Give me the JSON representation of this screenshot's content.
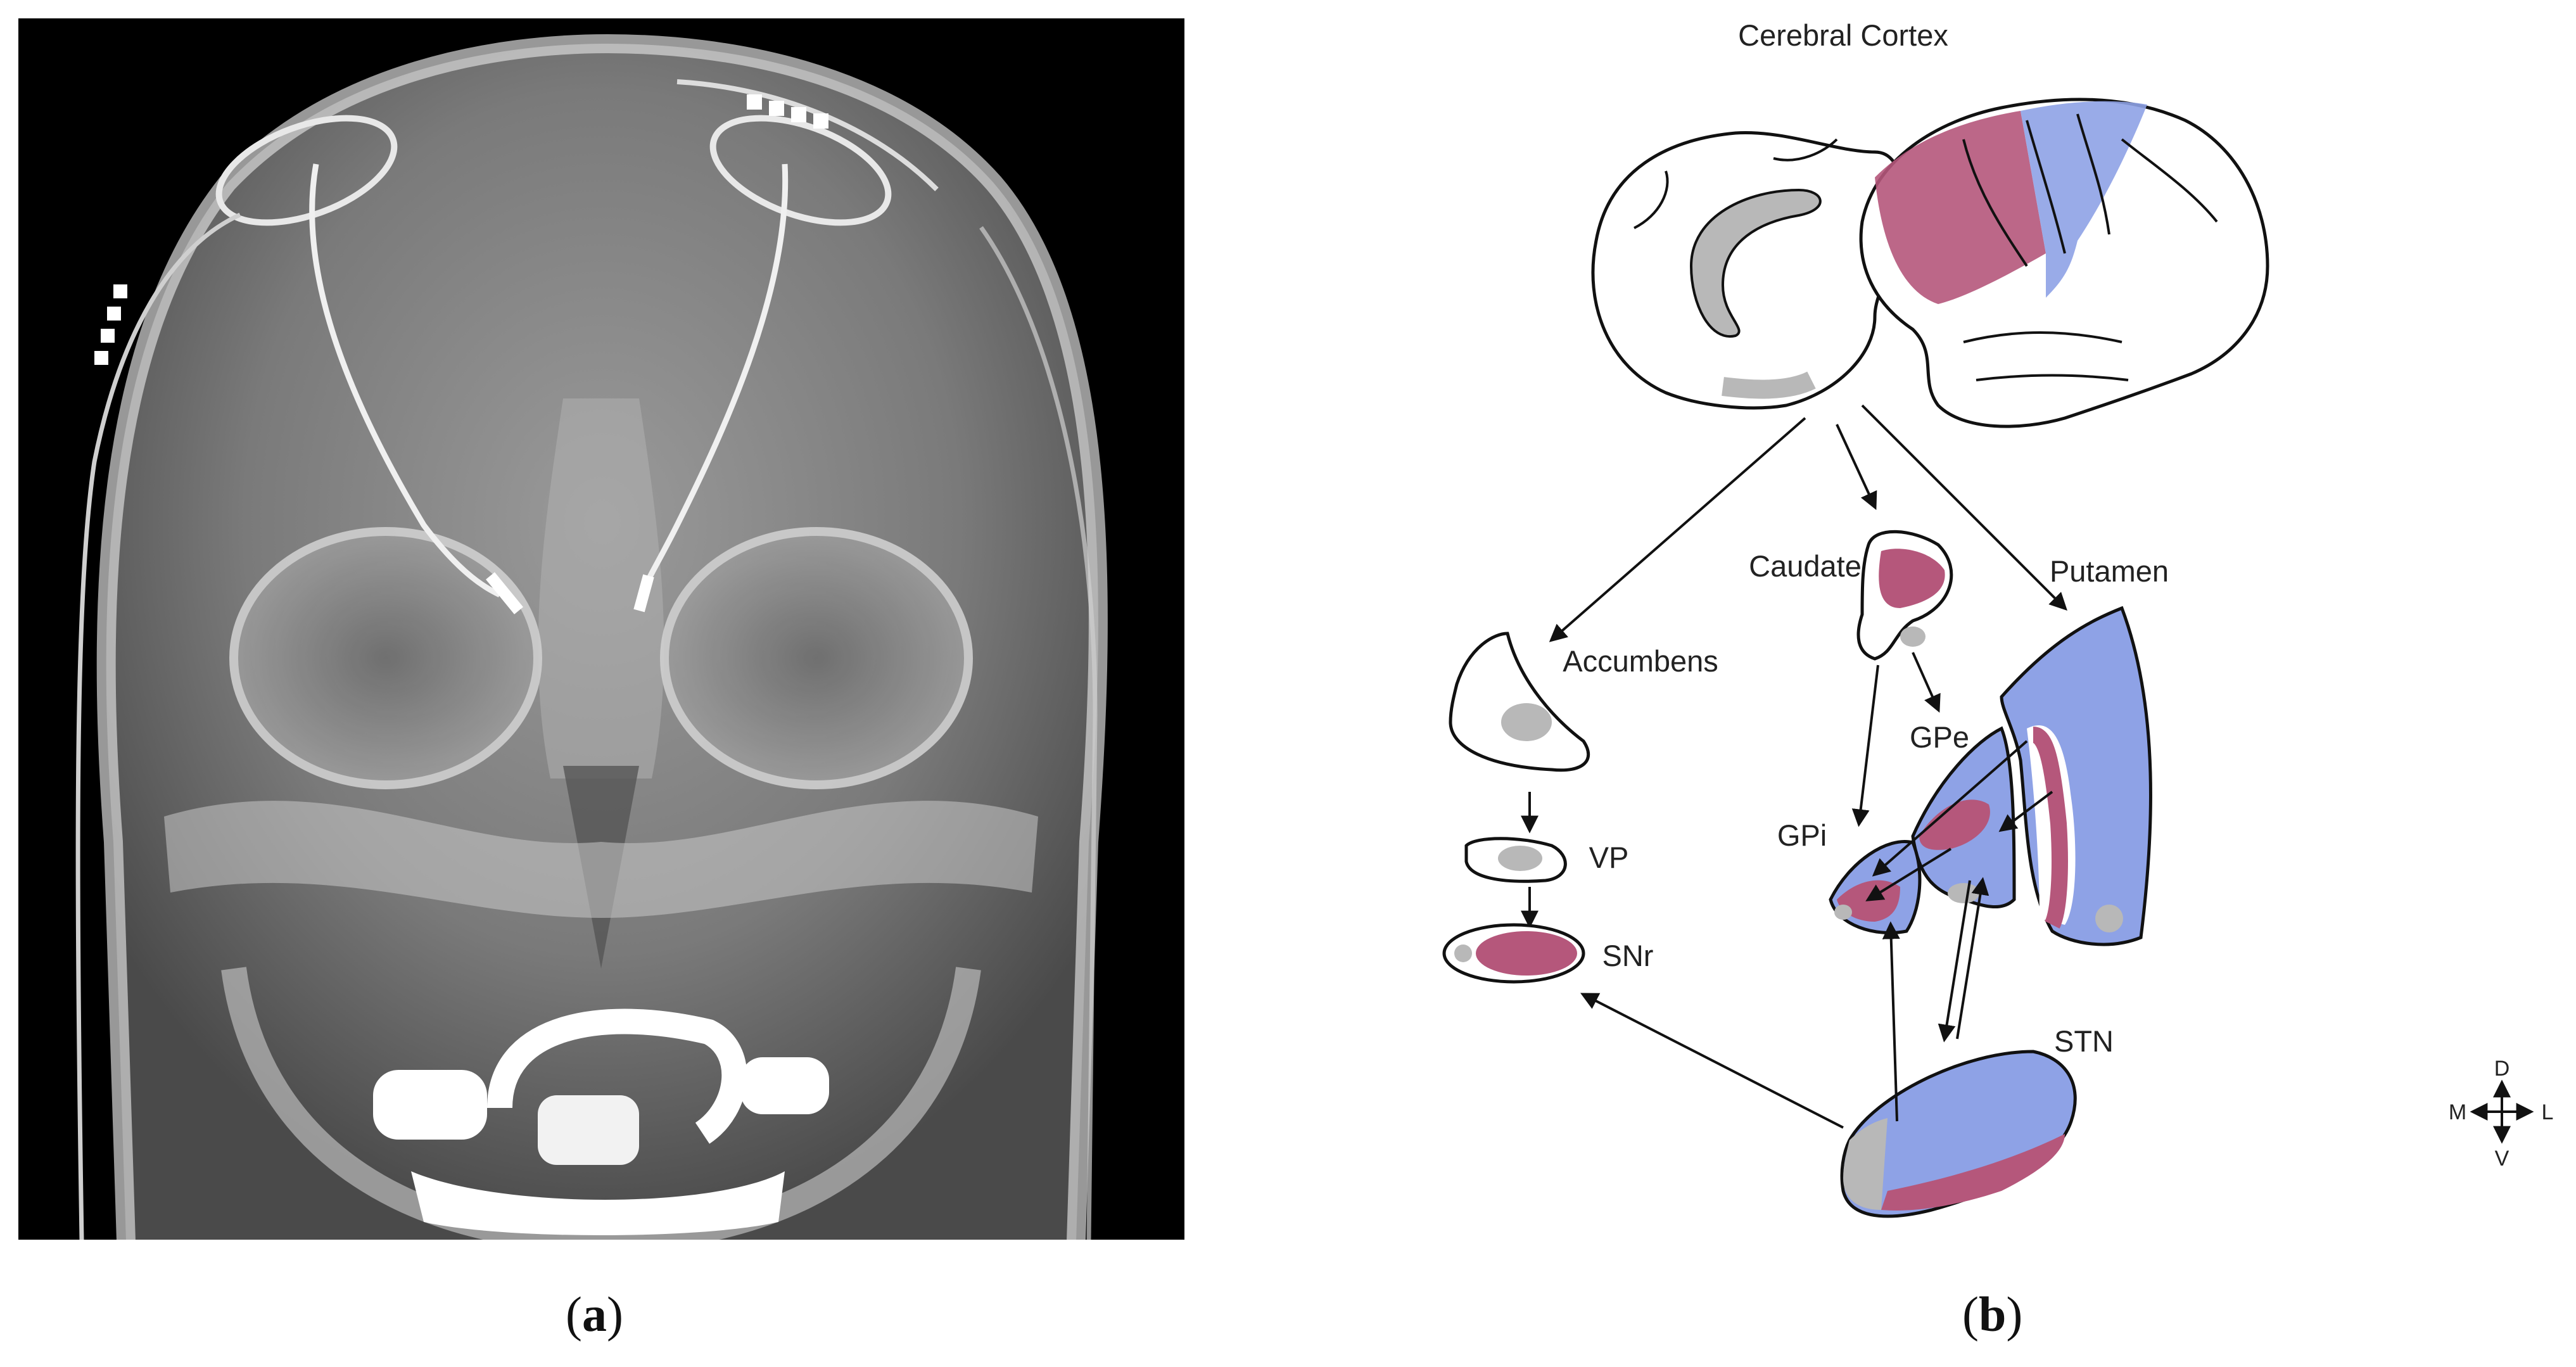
{
  "panel_a": {
    "caption_prefix": "(",
    "caption_letter": "a",
    "caption_suffix": ")"
  },
  "panel_b": {
    "caption_prefix": "(",
    "caption_letter": "b",
    "caption_suffix": ")",
    "labels": {
      "cerebral_cortex": "Cerebral Cortex",
      "caudate": "Caudate",
      "putamen": "Putamen",
      "accumbens": "Accumbens",
      "gpe": "GPe",
      "gpi": "GPi",
      "vp": "VP",
      "snr": "SNr",
      "stn": "STN"
    },
    "compass": {
      "dorsal": "D",
      "ventral": "V",
      "medial": "M",
      "lateral": "L"
    },
    "colors": {
      "associative": "#b5577b",
      "motor": "#8ea2e6",
      "limbic": "#b8b8b8",
      "outline": "#111111"
    }
  }
}
